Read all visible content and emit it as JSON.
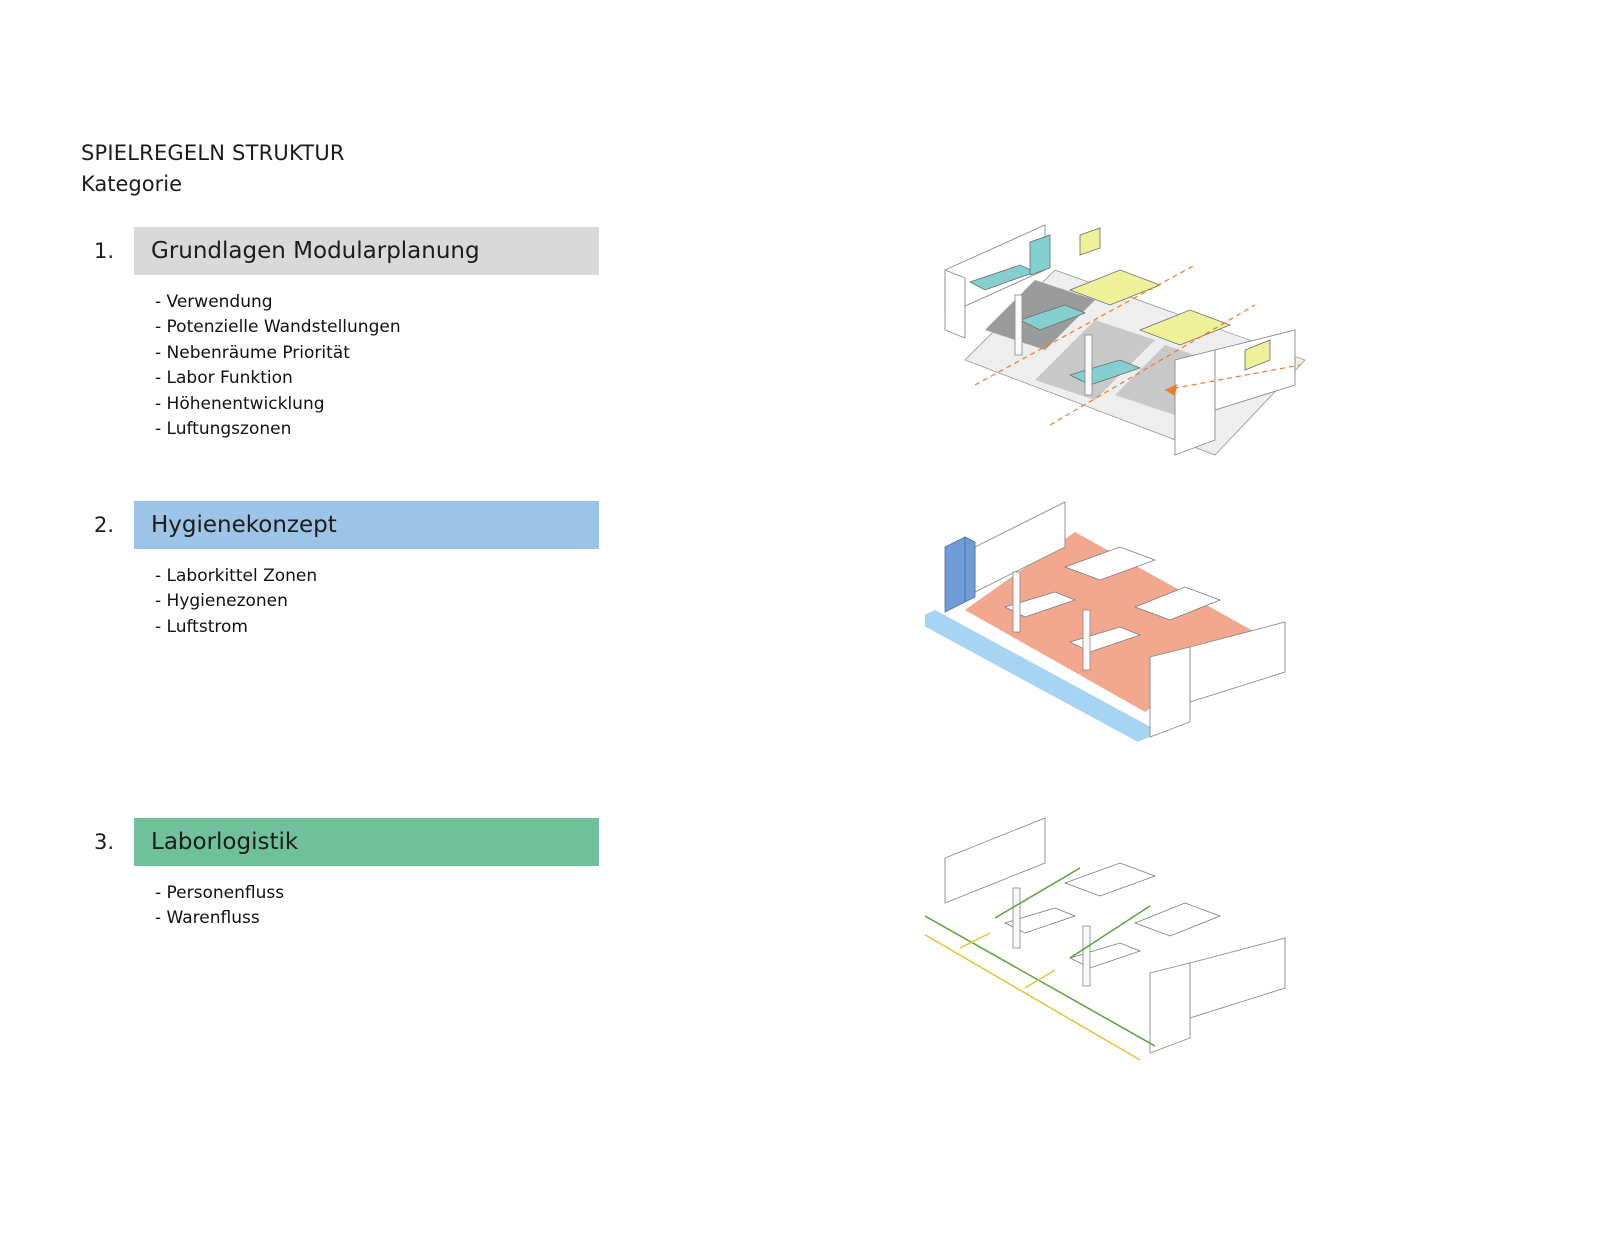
{
  "header": {
    "title": "SPIELREGELN STRUKTUR",
    "subtitle": "Kategorie"
  },
  "categories": [
    {
      "number": "1.",
      "title": "Grundlagen Modularplanung",
      "color": "#d9d9d9",
      "items": [
        "- Verwendung",
        "- Potenzielle Wandstellungen",
        "- Nebenräume Priorität",
        "- Labor Funktion",
        "- Höhenentwicklung",
        "- Luftungszonen"
      ]
    },
    {
      "number": "2.",
      "title": "Hygienekonzept",
      "color": "#9dc3e6",
      "items": [
        "- Laborkittel Zonen",
        "- Hygienezonen",
        "- Luftstrom"
      ]
    },
    {
      "number": "3.",
      "title": "Laborlogistik",
      "color": "#70c09c",
      "items": [
        "- Personenfluss",
        "- Warenfluss"
      ]
    }
  ],
  "diagram_colors": {
    "bench_teal": "#86cfd0",
    "desk_yellow": "#eef19a",
    "floor_grey": "#bfbfbf",
    "dark_grey": "#8c8c8c",
    "arrow_orange": "#f07a2a",
    "salmon_zone": "#f2a88f",
    "blue_corridor": "#a6d4f2",
    "blue_cabinet": "#6f9bd6",
    "flow_green": "#5aa33a",
    "flow_yellow": "#e7c43a"
  }
}
